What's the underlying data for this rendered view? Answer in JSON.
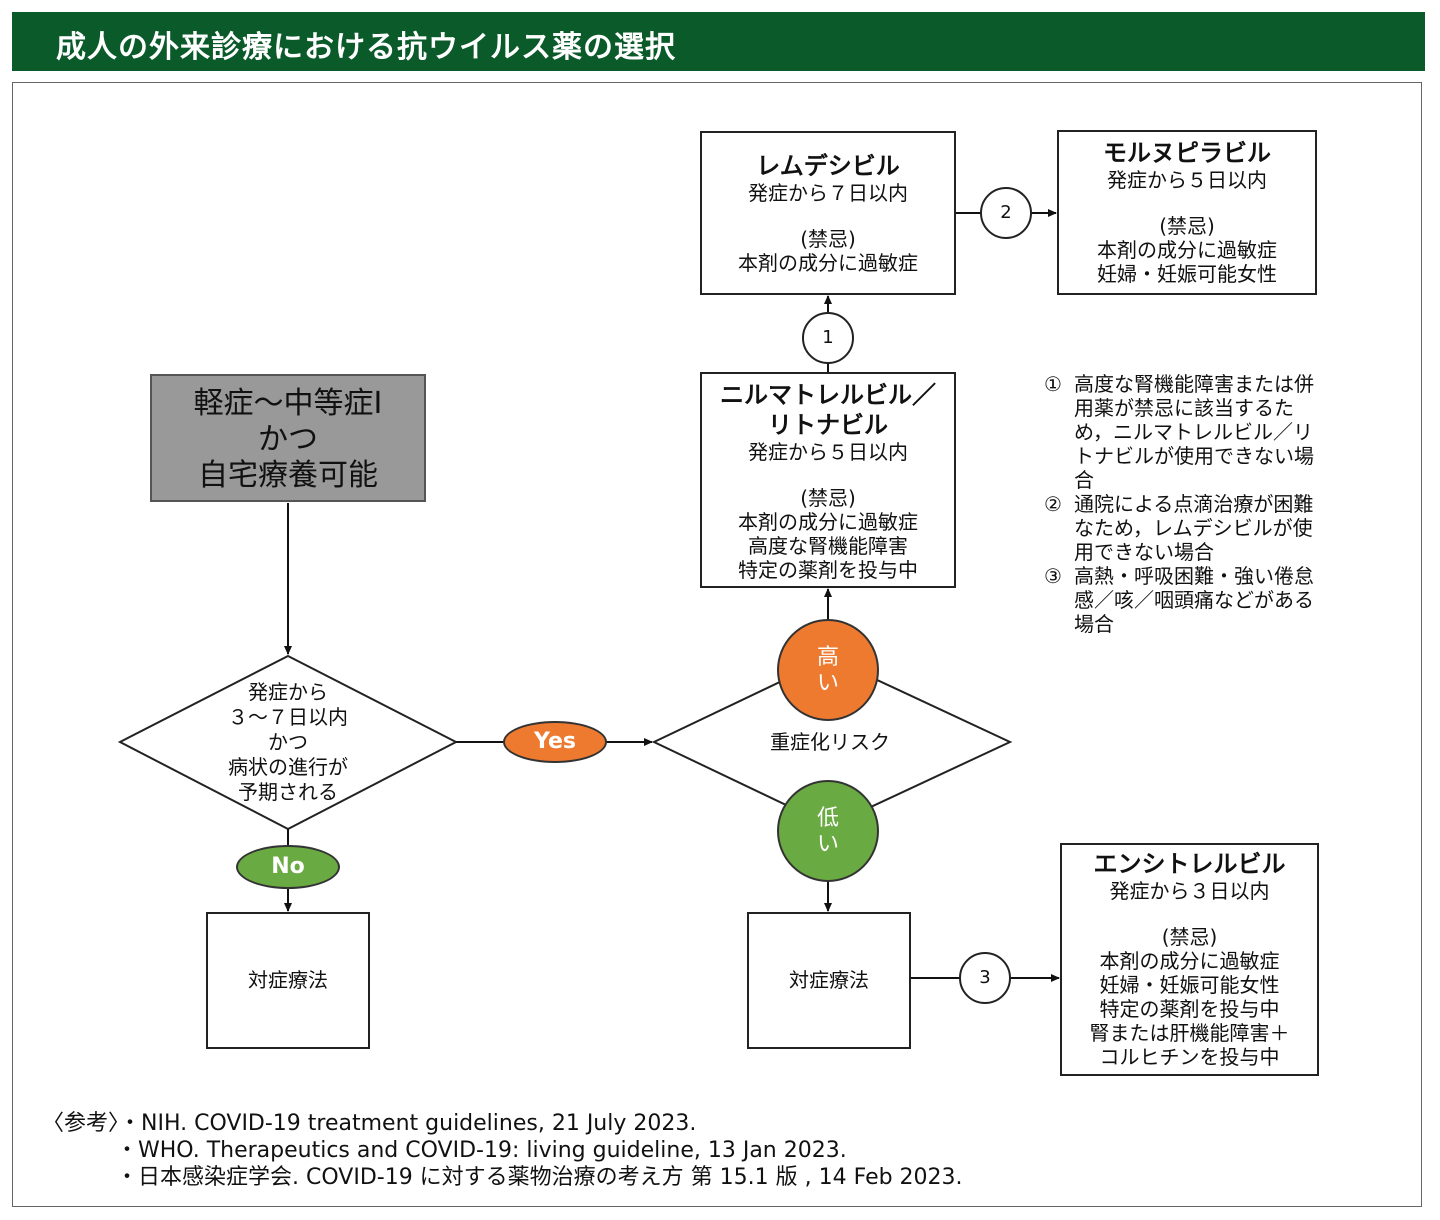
{
  "title": "成人の外来診療における抗ウイルス薬の選択",
  "colors": {
    "header": "#0a5a2a",
    "orange": "#ee7a2f",
    "green": "#6aaa42",
    "gray": "#999999"
  },
  "start": {
    "lines": [
      "軽症〜中等症Ⅰ",
      "かつ",
      "自宅療養可能"
    ]
  },
  "decision1": {
    "lines": [
      "発症から",
      "３〜７日以内",
      "かつ",
      "病状の進行が",
      "予期される"
    ]
  },
  "yes_label": "Yes",
  "no_label": "No",
  "decision2": {
    "label": "重症化リスク"
  },
  "high_label": [
    "高",
    "い"
  ],
  "low_label": [
    "低",
    "い"
  ],
  "symptomatic1": "対症療法",
  "symptomatic2": "対症療法",
  "remdesivir": {
    "name": "レムデシビル",
    "period": "発症から７日以内",
    "contra_title": "(禁忌)",
    "contra": [
      "本剤の成分に過敏症"
    ]
  },
  "molnupiravir": {
    "name": "モルヌピラビル",
    "period": "発症から５日以内",
    "contra_title": "(禁忌)",
    "contra": [
      "本剤の成分に過敏症",
      "妊婦・妊娠可能女性"
    ]
  },
  "nirmatrelvir": {
    "name": [
      "ニルマトレルビル／",
      "リトナビル"
    ],
    "period": "発症から５日以内",
    "contra_title": "(禁忌)",
    "contra": [
      "本剤の成分に過敏症",
      "高度な腎機能障害",
      "特定の薬剤を投与中"
    ]
  },
  "ensitrelvir": {
    "name": "エンシトレルビル",
    "period": "発症から３日以内",
    "contra_title": "(禁忌)",
    "contra": [
      "本剤の成分に過敏症",
      "妊婦・妊娠可能女性",
      "特定の薬剤を投与中",
      "腎または肝機能障害＋",
      "コルヒチンを投与中"
    ]
  },
  "step_numbers": [
    "1",
    "2",
    "3"
  ],
  "notes": [
    {
      "mark": "①",
      "text": "高度な腎機能障害または併用薬が禁忌に該当するため，ニルマトレルビル／リトナビルが使用できない場合"
    },
    {
      "mark": "②",
      "text": "通院による点滴治療が困難なため，レムデシビルが使用できない場合"
    },
    {
      "mark": "③",
      "text": "高熱・呼吸困難・強い倦怠感／咳／咽頭痛などがある場合"
    }
  ],
  "references": {
    "label": "〈参考〉",
    "items": [
      "・NIH. COVID-19 treatment guidelines, 21 July 2023.",
      "・WHO.  Therapeutics and COVID-19: living guideline, 13 Jan 2023.",
      "・日本感染症学会.  COVID-19 に対する薬物治療の考え方 第 15.1 版 , 14 Feb 2023."
    ]
  }
}
